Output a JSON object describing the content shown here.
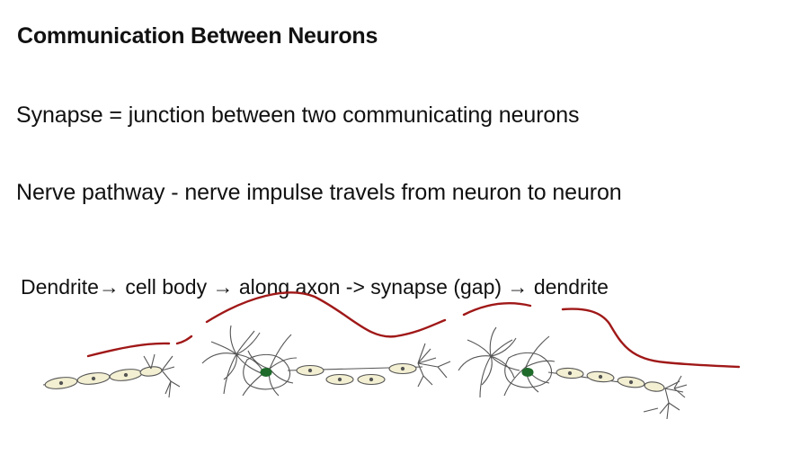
{
  "slide": {
    "title": "Communication Between Neurons",
    "line1": "Synapse = junction between two communicating neurons",
    "line2": "Nerve pathway - nerve impulse travels from neuron to neuron",
    "flow": "Dendrite→ cell body  → along axon -> synapse (gap) → dendrite"
  },
  "colors": {
    "annotation": "#a01818",
    "nucleus": "#1f6b2a",
    "myelin": "#f3efd2",
    "outline": "#555555"
  }
}
